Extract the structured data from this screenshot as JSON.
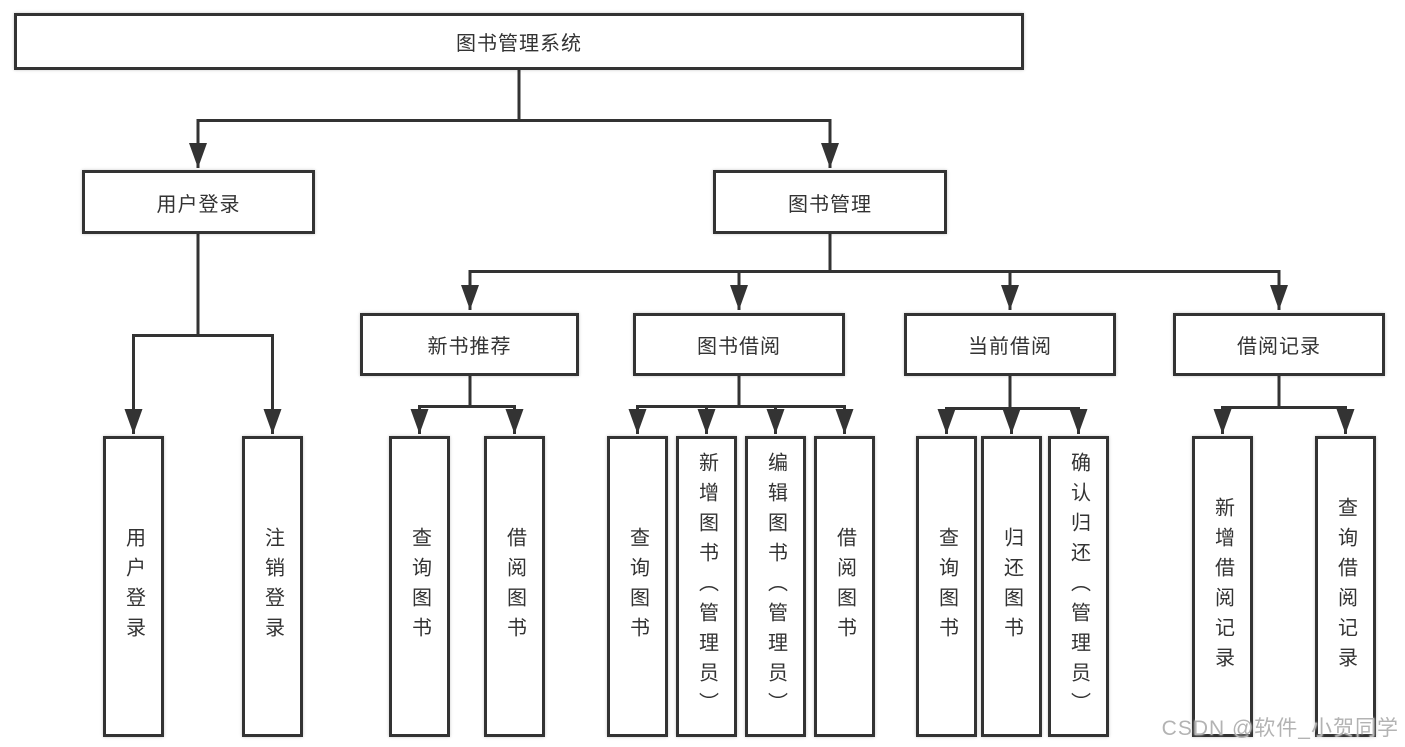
{
  "diagram": {
    "root": "图书管理系统",
    "level2": {
      "user_login": "用户登录",
      "book_mgmt": "图书管理"
    },
    "level3": {
      "new_books": "新书推荐",
      "book_borrow": "图书借阅",
      "current_borrow": "当前借阅",
      "borrow_records": "借阅记录"
    },
    "leaves": {
      "user_login": [
        "用户登录",
        "注销登录"
      ],
      "new_books": [
        "查询图书",
        "借阅图书"
      ],
      "book_borrow": [
        "查询图书",
        "新增图书（管理员）",
        "编辑图书（管理员）",
        "借阅图书"
      ],
      "current_borrow": [
        "查询图书",
        "归还图书",
        "确认归还（管理员）"
      ],
      "borrow_records": [
        "新增借阅记录",
        "查询借阅记录"
      ]
    },
    "watermark": "CSDN @软件_小贺同学",
    "colors": {
      "line": "#333333",
      "text": "#333333",
      "box_background": "#ffffff",
      "watermark": "#b3b3b3"
    }
  }
}
